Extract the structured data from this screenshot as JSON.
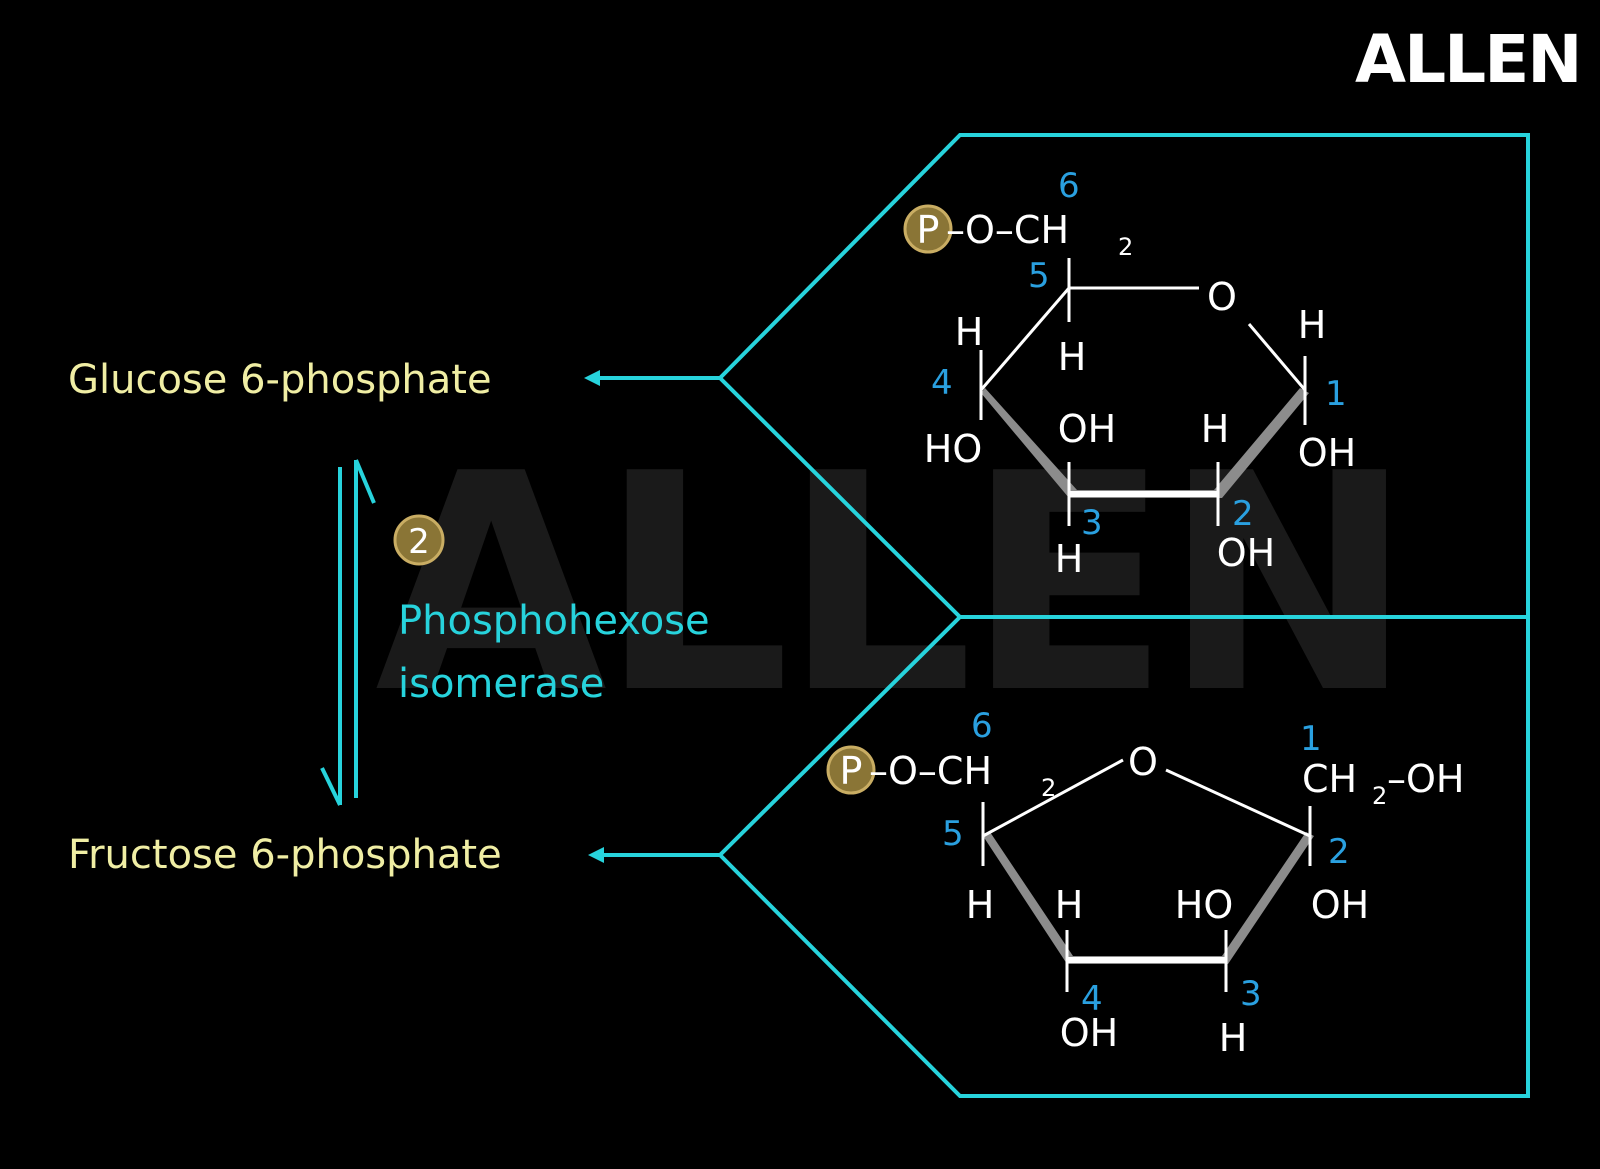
{
  "colors": {
    "background": "#000000",
    "accent": "#27d3dc",
    "compound_label": "#f0eea4",
    "enzyme_label": "#27d3dc",
    "atom": "#ffffff",
    "carbon_number": "#2aa0e0",
    "badge_fill": "#8a7536",
    "watermark": "#1a1a1a"
  },
  "brand": {
    "logo": "ALLEN",
    "watermark": "ALLEN"
  },
  "reaction": {
    "substrate": "Glucose 6-phosphate",
    "product": "Fructose 6-phosphate",
    "step_number": "2",
    "enzyme_line1": "Phosphohexose",
    "enzyme_line2": "isomerase"
  },
  "glucose": {
    "phosphate": "P",
    "linker": "–O–CH",
    "sub2": "2",
    "ring_o": "O",
    "c1": "1",
    "c2": "2",
    "c3": "3",
    "c4": "4",
    "c5": "5",
    "c6": "6",
    "h_c1": "H",
    "oh_c1": "OH",
    "h_c2": "H",
    "oh_c2": "OH",
    "oh_c3": "OH",
    "h_c3": "H",
    "h_c4": "H",
    "ho_c4": "HO",
    "h_c5": "H"
  },
  "fructose": {
    "phosphate": "P",
    "linker": "–O–CH",
    "sub2": "2",
    "ring_o": "O",
    "c1_group": "CH",
    "c1_sub": "2",
    "c1_oh": "–OH",
    "c1": "1",
    "c2": "2",
    "c3": "3",
    "c4": "4",
    "c5": "5",
    "c6": "6",
    "oh_c2": "OH",
    "ho_c3": "HO",
    "h_c3": "H",
    "h_c4": "H",
    "oh_c4": "OH",
    "h_c5": "H"
  }
}
